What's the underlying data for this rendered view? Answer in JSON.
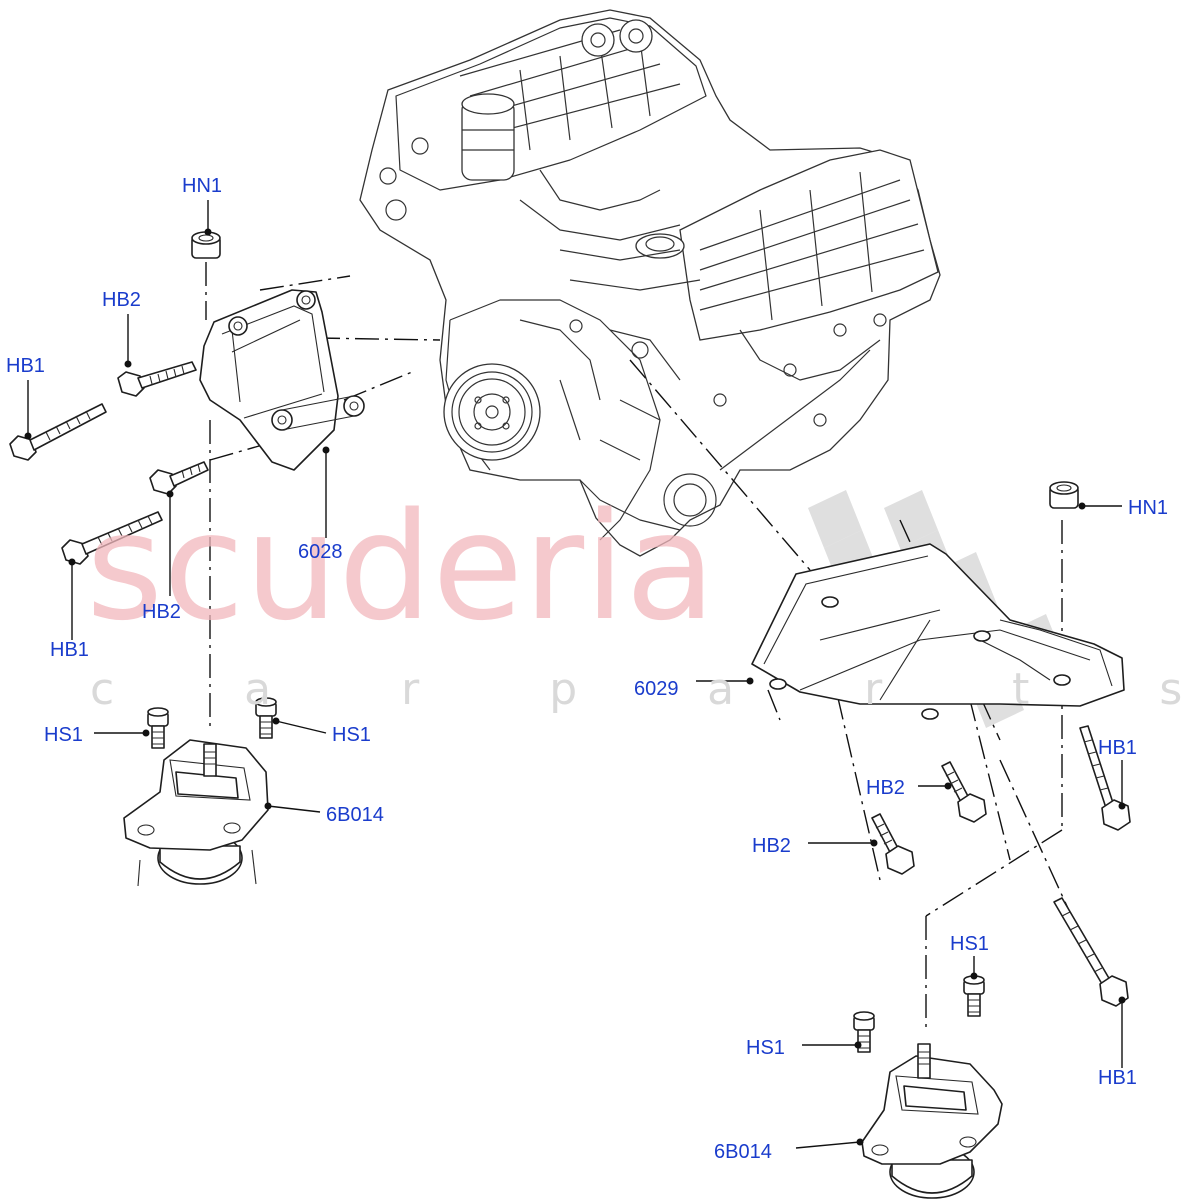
{
  "watermark": {
    "brand": "scuderia",
    "tagline": "c a r p a r t s"
  },
  "labels": {
    "hn1_left": "HN1",
    "hb2_upper_left": "HB2",
    "hb1_upper_left": "HB1",
    "part_6028": "6028",
    "hb2_lower_left": "HB2",
    "hb1_lower_left": "HB1",
    "hs1_left_a": "HS1",
    "hs1_left_b": "HS1",
    "mount_left": "6B014",
    "hn1_right": "HN1",
    "part_6029": "6029",
    "hb1_right_upper": "HB1",
    "hb2_right_upper": "HB2",
    "hb2_right_lower": "HB2",
    "hs1_right_a": "HS1",
    "hs1_right_b": "HS1",
    "hb1_right_lower": "HB1",
    "mount_right": "6B014"
  },
  "colors": {
    "label": "#1a3ccc",
    "line": "#111111",
    "watermark_red": "#f2b8bd",
    "watermark_grey": "#d9d9d9"
  }
}
